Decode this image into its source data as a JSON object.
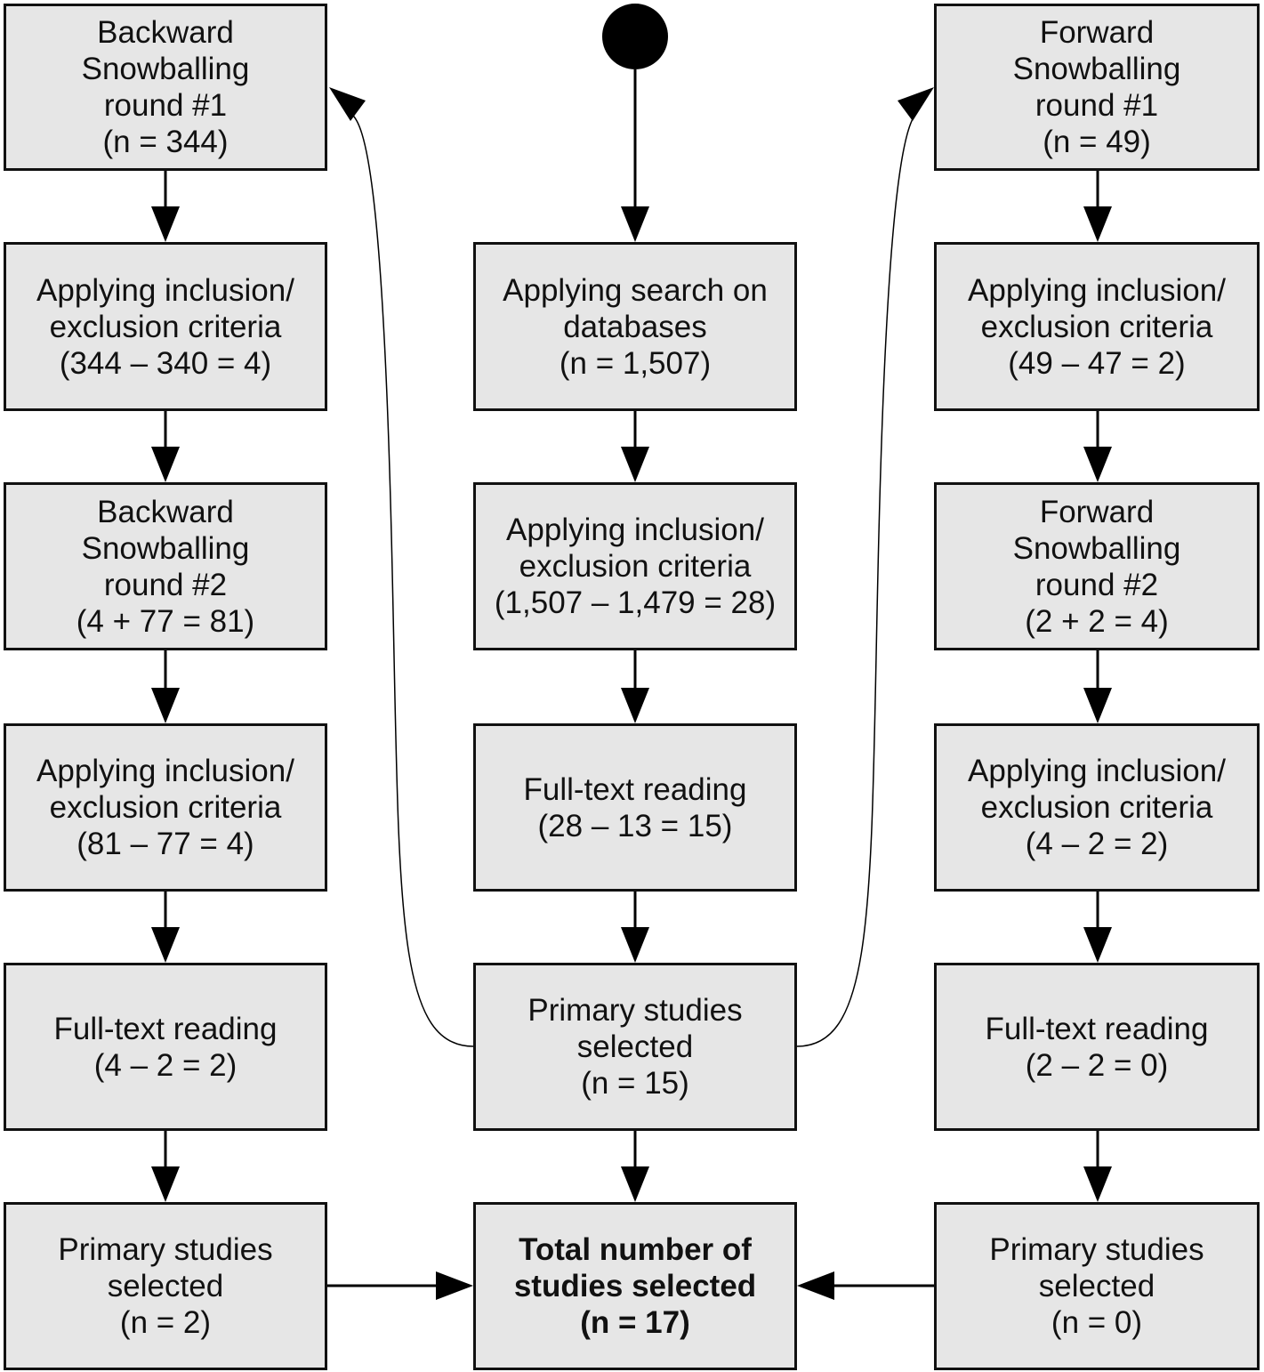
{
  "diagram": {
    "start_node": "filled-circle",
    "colors": {
      "box_fill": "#e6e6e6",
      "box_border": "#111111",
      "arrow": "#000000",
      "background": "#ffffff"
    },
    "left_column": {
      "backward_round_1": "Backward\nSnowballing\nround #1\n(n = 344)",
      "criteria_1": "Applying inclusion/\nexclusion criteria\n(344 – 340 = 4)",
      "backward_round_2": "Backward\nSnowballing\nround #2\n(4 + 77 = 81)",
      "criteria_2": "Applying inclusion/\nexclusion criteria\n(81 – 77 = 4)",
      "full_text": "Full-text reading\n(4 – 2 = 2)",
      "selected": "Primary studies\nselected\n(n = 2)"
    },
    "center_column": {
      "search": "Applying search on\ndatabases\n(n = 1,507)",
      "criteria": "Applying inclusion/\nexclusion criteria\n(1,507 – 1,479 = 28)",
      "full_text": "Full-text reading\n(28 – 13 = 15)",
      "selected": "Primary studies\nselected\n(n = 15)",
      "total": "Total number of\nstudies selected\n(n = 17)"
    },
    "right_column": {
      "forward_round_1": "Forward\nSnowballing\nround #1\n(n = 49)",
      "criteria_1": "Applying inclusion/\nexclusion criteria\n(49 – 47 = 2)",
      "forward_round_2": "Forward\nSnowballing\nround #2\n(2 + 2 = 4)",
      "criteria_2": "Applying inclusion/\nexclusion criteria\n(4 – 2 = 2)",
      "full_text": "Full-text reading\n(2 – 2 = 0)",
      "selected": "Primary studies\nselected\n(n = 0)"
    }
  }
}
